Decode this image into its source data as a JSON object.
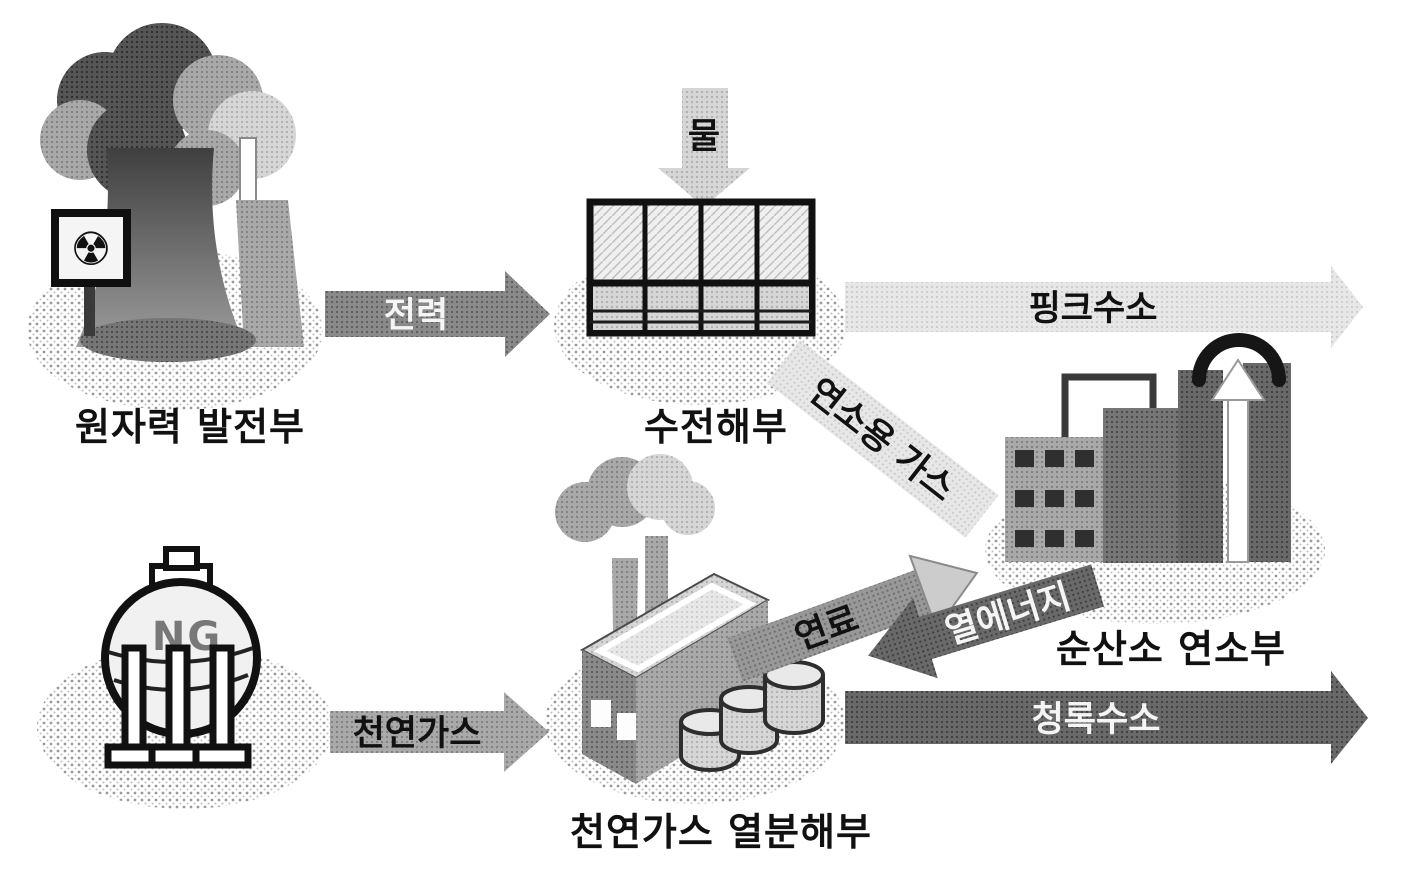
{
  "nodes": {
    "nuclear_plant": {
      "label": "원자력 발전부",
      "radiation_icon": "☢"
    },
    "electrolyzer": {
      "label": "수전해부"
    },
    "oxy_combustor": {
      "label": "순산소 연소부"
    },
    "ng_tank": {
      "label": "NG"
    },
    "pyrolyzer": {
      "label": "천연가스 열분해부"
    }
  },
  "flows": {
    "water": {
      "label": "물"
    },
    "electric_power": {
      "label": "전력"
    },
    "pink_hydrogen": {
      "label": "핑크수소"
    },
    "combustion_gas": {
      "label": "연소용 가스"
    },
    "natural_gas": {
      "label": "천연가스"
    },
    "fuel": {
      "label": "연료"
    },
    "heat_energy": {
      "label": "열에너지"
    },
    "turquoise_hydrogen": {
      "label": "청록수소"
    }
  },
  "colors": {
    "ink": "#111111",
    "light_arrow": "#dcdcdc",
    "mid_arrow": "#8c8c8c",
    "dark_arrow": "#666666",
    "background": "#ffffff"
  }
}
